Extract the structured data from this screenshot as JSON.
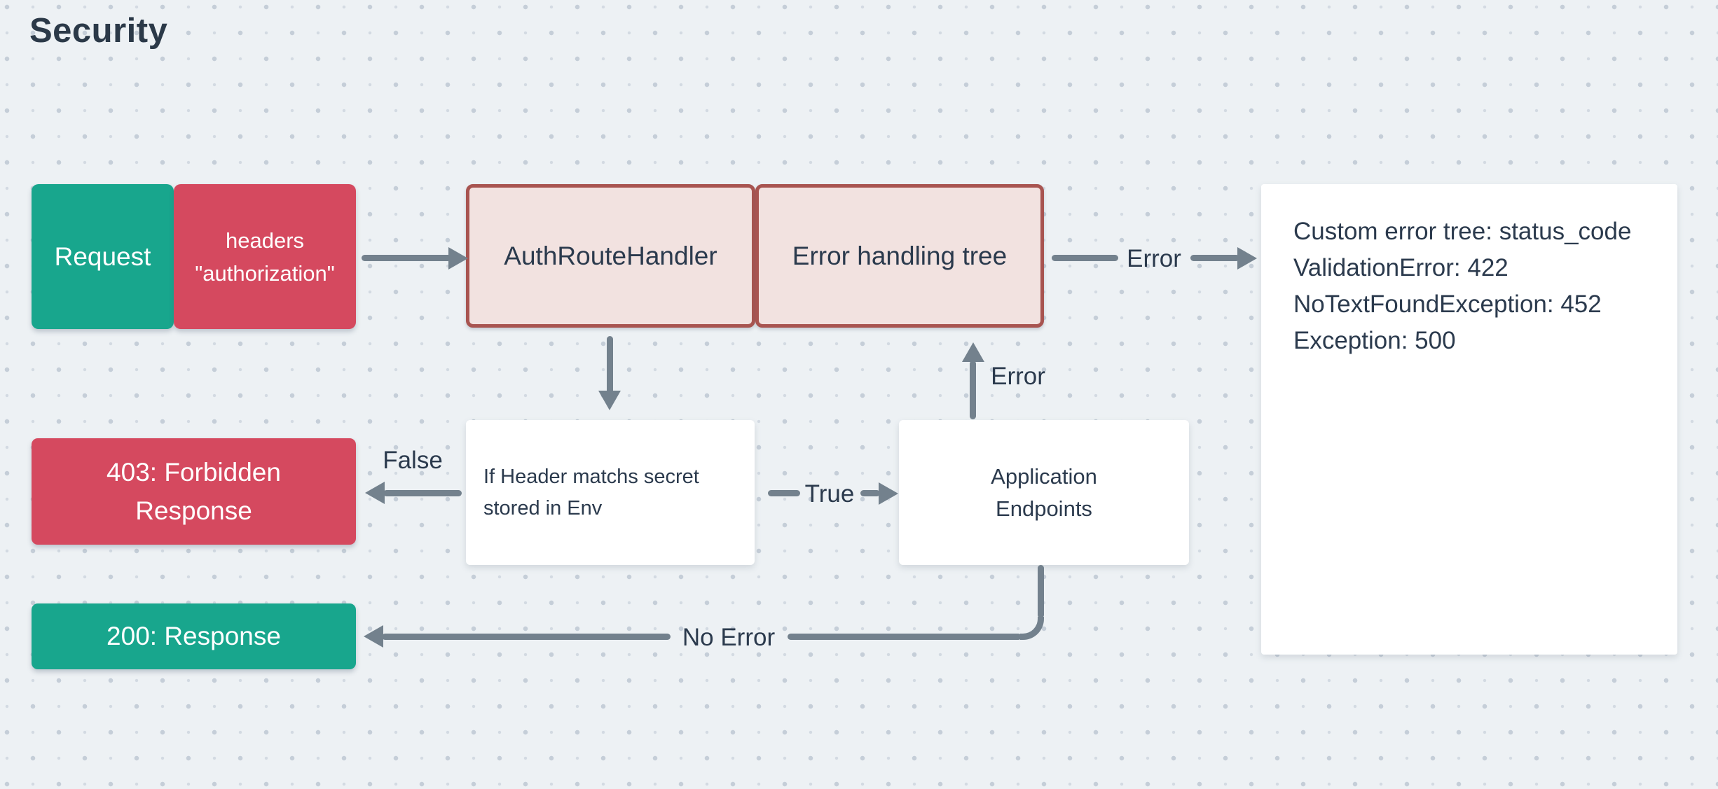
{
  "page": {
    "title": "Security"
  },
  "colors": {
    "background": "#edf1f4",
    "dot": "#c5ced8",
    "teal": "#18a68d",
    "red": "#d5495f",
    "pink_fill": "#f2e2e0",
    "pink_border": "#a85450",
    "arrow": "#73818d",
    "text_dark": "#2b3a4d"
  },
  "nodes": {
    "request": {
      "label": "Request"
    },
    "headers": {
      "line1": "headers",
      "line2": "\"authorization\""
    },
    "auth_route_handler": {
      "label": "AuthRouteHandler"
    },
    "error_handling_tree": {
      "label": "Error handling tree"
    },
    "custom_error_tree": {
      "lines": [
        "Custom error tree: status_code",
        "ValidationError: 422",
        "NoTextFoundException: 452",
        "Exception: 500"
      ]
    },
    "if_header": {
      "line1": "If Header matchs secret",
      "line2": "stored in Env"
    },
    "forbidden": {
      "line1": "403: Forbidden",
      "line2": "Response"
    },
    "app_endpoints": {
      "line1": "Application",
      "line2": "Endpoints"
    },
    "ok_response": {
      "label": "200: Response"
    }
  },
  "edges": {
    "error_right_label": "Error",
    "error_up_label": "Error",
    "false_label": "False",
    "true_label": "True",
    "no_error_label": "No Error"
  }
}
